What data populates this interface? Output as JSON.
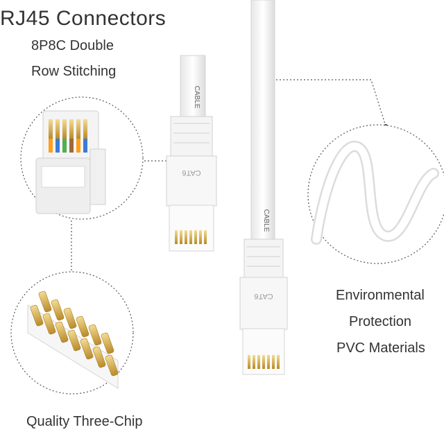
{
  "texts": {
    "title": "RJ45 Connectors",
    "sub1": "8P8C Double",
    "sub2": "Row Stitching",
    "env": "Environmental",
    "prot": "Protection",
    "pvc": "PVC Materials",
    "chip": "Quality Three-Chip"
  },
  "cable_marks": {
    "cable_text": "CABLE",
    "cat_text": "CAT6"
  },
  "colors": {
    "text": "#333333",
    "cable": "#f2f2f2",
    "cable_edge": "#cfcfcf",
    "gold": "#d4a84a",
    "dotted": "#555555"
  }
}
